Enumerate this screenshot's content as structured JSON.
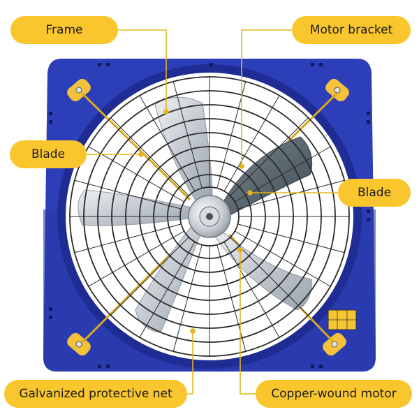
{
  "labels": {
    "frame": "Frame",
    "motor_bracket": "Motor bracket",
    "blade_left": "Blade",
    "blade_right": "Blade",
    "net": "Galvanized protective net",
    "motor": "Copper-wound motor"
  },
  "colors": {
    "frame_blue": "#2d3fb8",
    "frame_blue_dark": "#1e2c94",
    "callout_yellow": "#f9c62e",
    "leader_line": "#e3b51a",
    "grille_wire": "#2a2a2a",
    "blade_silver": "#c9ced4",
    "blade_dark": "#5d6a72"
  },
  "icons": [
    "mounting-bracket-icon",
    "motor-hub-icon",
    "warning-label-icon"
  ]
}
